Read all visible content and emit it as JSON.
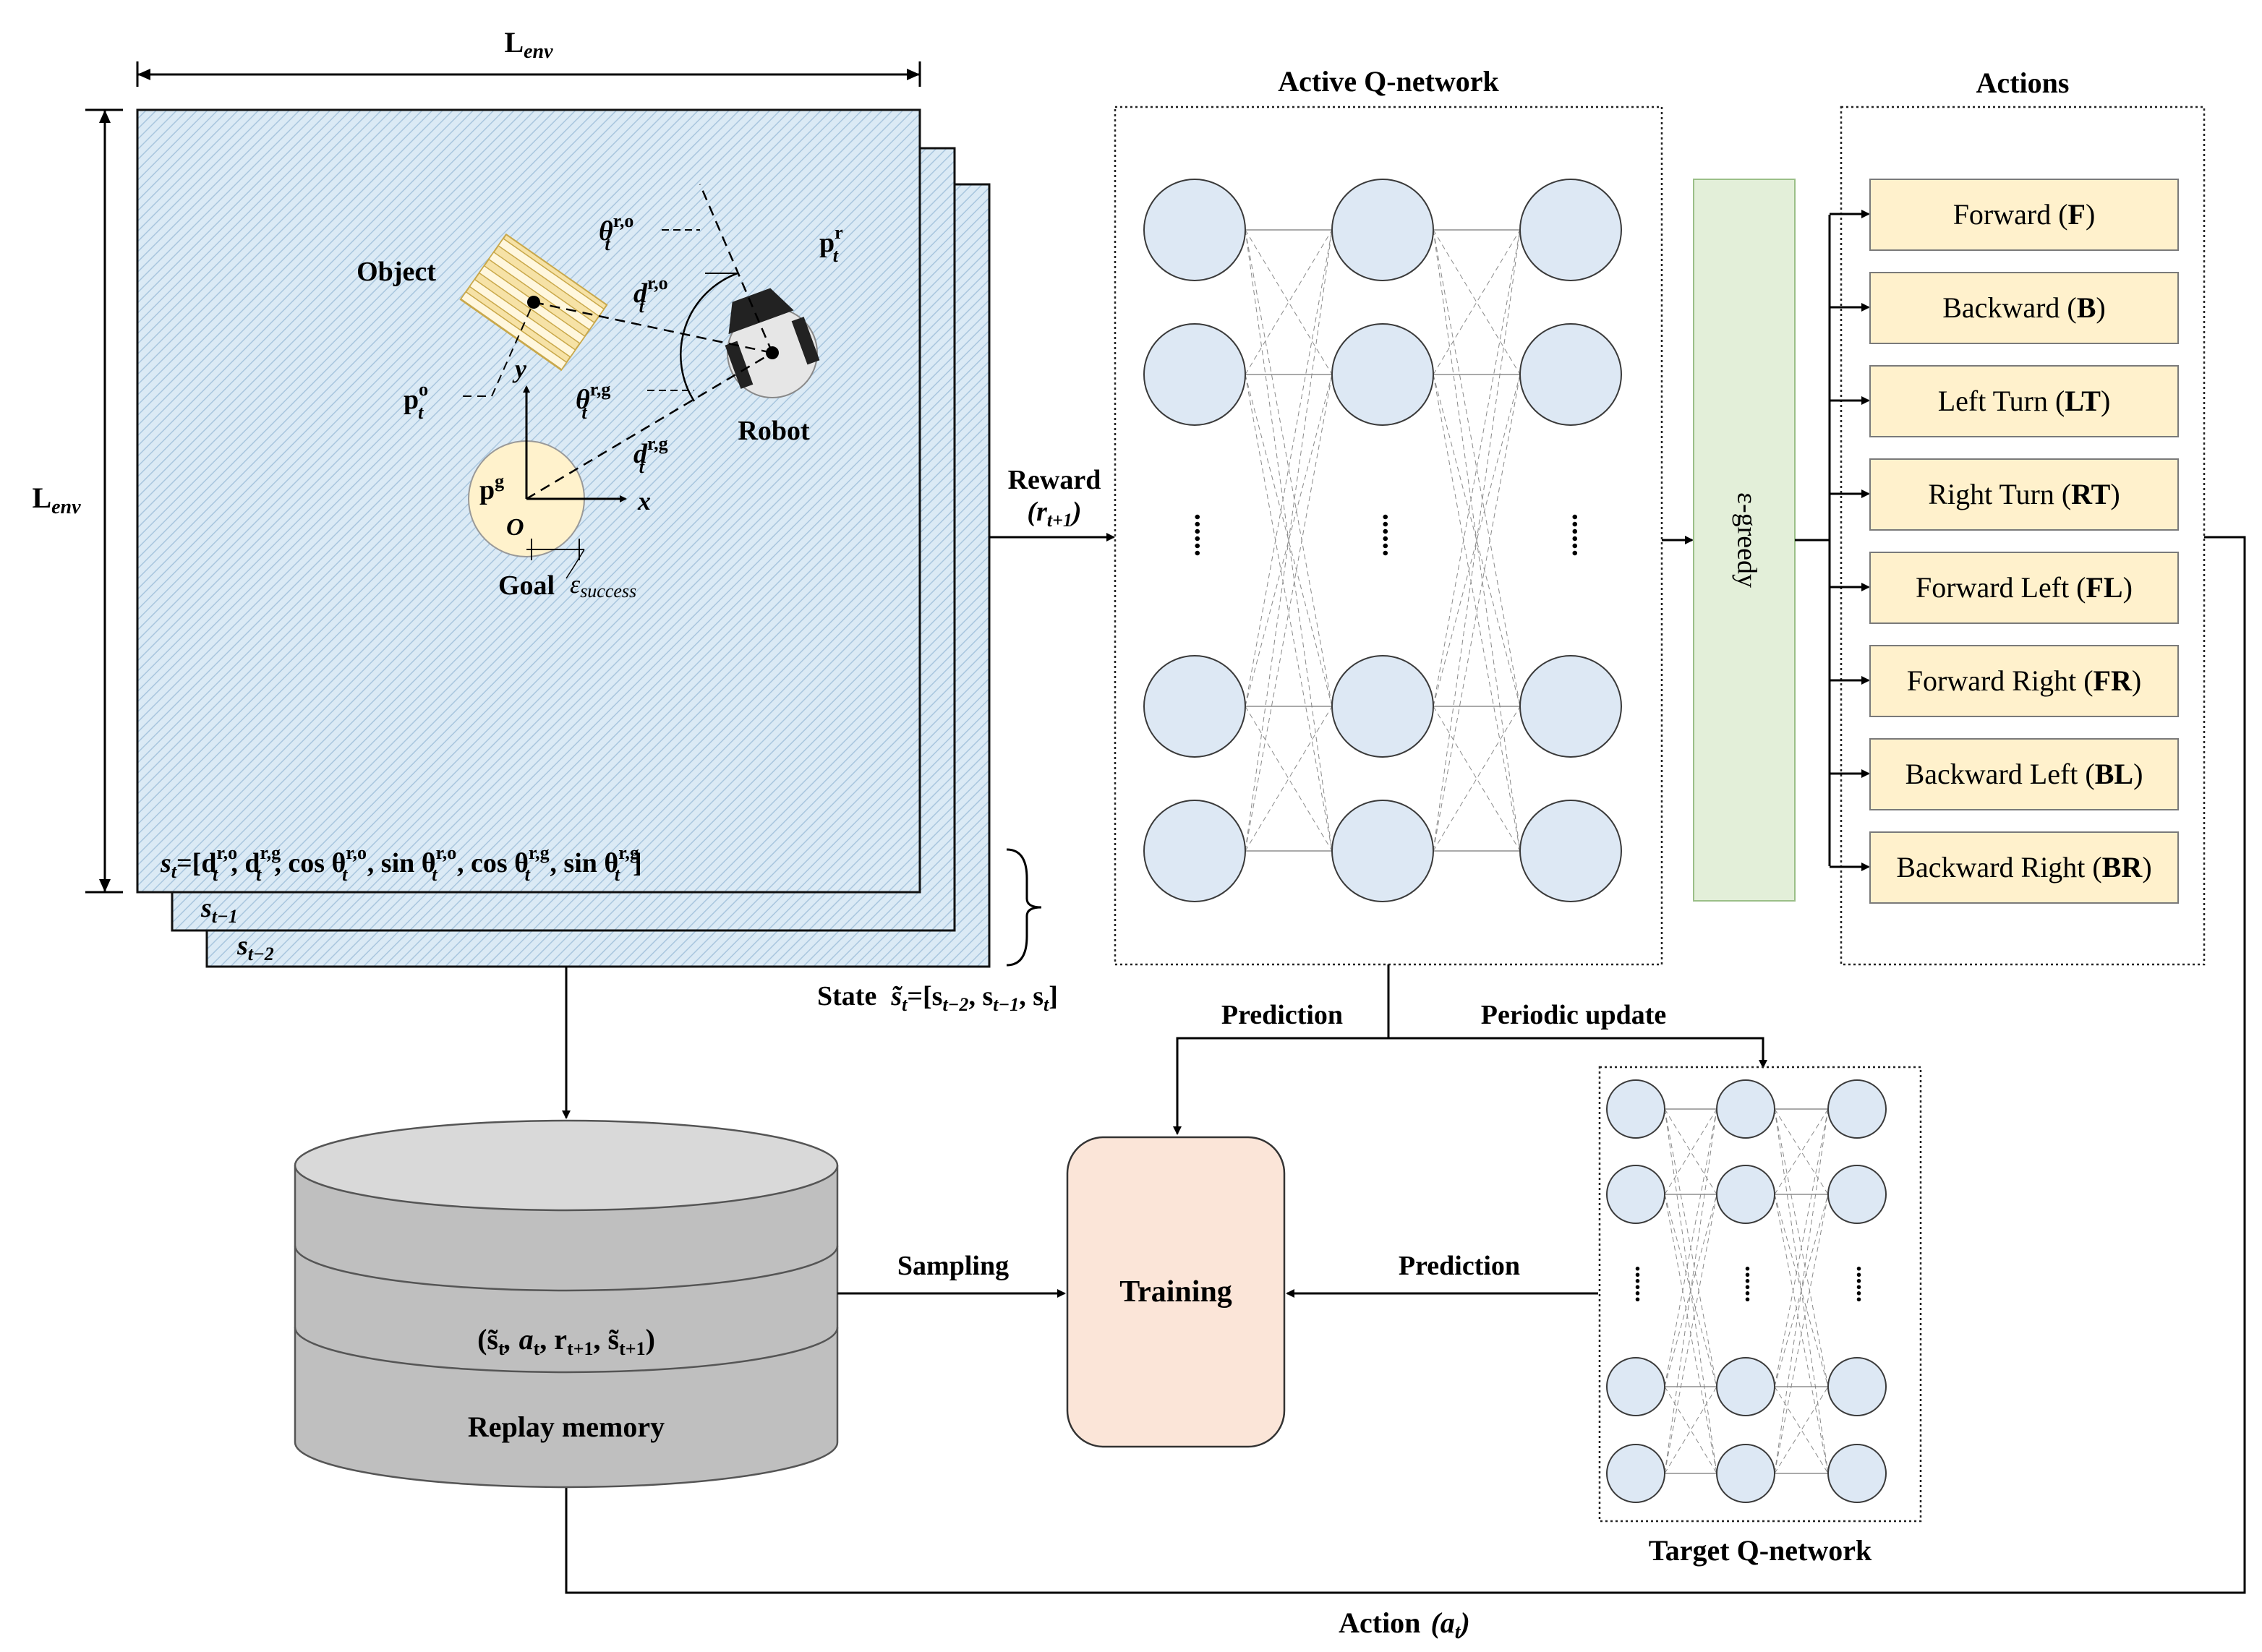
{
  "environment": {
    "width_label": "L",
    "width_label_sub": "env",
    "height_label": "L",
    "height_label_sub": "env",
    "object_label": "Object",
    "robot_label": "Robot",
    "goal_label": "Goal",
    "success_label": "ε",
    "success_label_sub": "success",
    "axis_x": "x",
    "axis_y": "y",
    "origin": "O",
    "p_goal": "p",
    "p_goal_sup": "g",
    "p_object": "p",
    "p_object_sub": "t",
    "p_object_sup": "o",
    "p_robot": "p",
    "p_robot_sub": "t",
    "p_robot_sup": "r",
    "theta_ro": "θ",
    "theta_ro_sub": "t",
    "theta_ro_sup": "r,o",
    "d_ro": "d",
    "d_ro_sub": "t",
    "d_ro_sup": "r,o",
    "theta_rg": "θ",
    "theta_rg_sub": "t",
    "theta_rg_sup": "r,g",
    "d_rg": "d",
    "d_rg_sub": "t",
    "d_rg_sup": "r,g"
  },
  "state": {
    "s_t_formula": "s",
    "s_t_formula_rest": "=[d",
    "s_t_formula_rest_sub": "t",
    "s_t_formula_rest_sup": "r,o",
    "s_t_parts": [
      ", d",
      "t",
      "r,g",
      ", cos θ",
      "t",
      "r,o",
      " , sin θ",
      "t",
      "r,o",
      " , cos θ",
      "t",
      "r,g",
      " , sin θ",
      "t",
      "r,g",
      "]"
    ],
    "s_t_sub": "t",
    "s_tm1": "s",
    "s_tm1_sub": "t−1",
    "s_tm2": "s",
    "s_tm2_sub": "t−2",
    "stacked_label": "State",
    "stacked_formula": "s̃",
    "stacked_formula_sub": "t",
    "stacked_formula_rest": "=[s",
    "stacked_parts": [
      "t−2",
      ", s",
      "t−1",
      ", s",
      "t",
      "]"
    ]
  },
  "reward": {
    "label": "Reward",
    "symbol": "(r",
    "symbol_sub": "t+1",
    "symbol_close": ")"
  },
  "active_network": {
    "title": "Active Q-network",
    "ellipsis": "......"
  },
  "policy": {
    "label": "ε-greedy"
  },
  "actions": {
    "title": "Actions",
    "items": [
      {
        "name": "Forward",
        "code": "F"
      },
      {
        "name": "Backward",
        "code": "B"
      },
      {
        "name": "Left Turn",
        "code": "LT"
      },
      {
        "name": "Right Turn",
        "code": "RT"
      },
      {
        "name": "Forward Left",
        "code": "FL"
      },
      {
        "name": "Forward Right",
        "code": "FR"
      },
      {
        "name": "Backward Left",
        "code": "BL"
      },
      {
        "name": "Backward Right",
        "code": "BR"
      }
    ]
  },
  "flow": {
    "prediction_top": "Prediction",
    "periodic_update": "Periodic update",
    "sampling": "Sampling",
    "prediction_bottom": "Prediction",
    "action_label": "Action",
    "action_symbol": "(a",
    "action_symbol_sub": "t",
    "action_symbol_close": ")"
  },
  "training": {
    "label": "Training"
  },
  "replay_memory": {
    "label": "Replay memory",
    "tuple": "(s̃",
    "tuple_parts": [
      "t",
      ", a",
      "t",
      ", r",
      "t+1",
      ", s̃",
      "t+1",
      ")"
    ]
  },
  "target_network": {
    "title": "Target Q-network",
    "ellipsis": "......"
  },
  "colors": {
    "grid_fill": "#dbeaf5",
    "node_fill": "#dde8f4",
    "action_fill": "#fff1cc",
    "greedy_fill": "#e3efd9",
    "training_fill": "#fbe5d8",
    "cylinder_fill": "#bfbfbf",
    "cylinder_top": "#d9d9d9",
    "goal_fill": "#fff2cc",
    "object_fill": "#f4d98a"
  }
}
